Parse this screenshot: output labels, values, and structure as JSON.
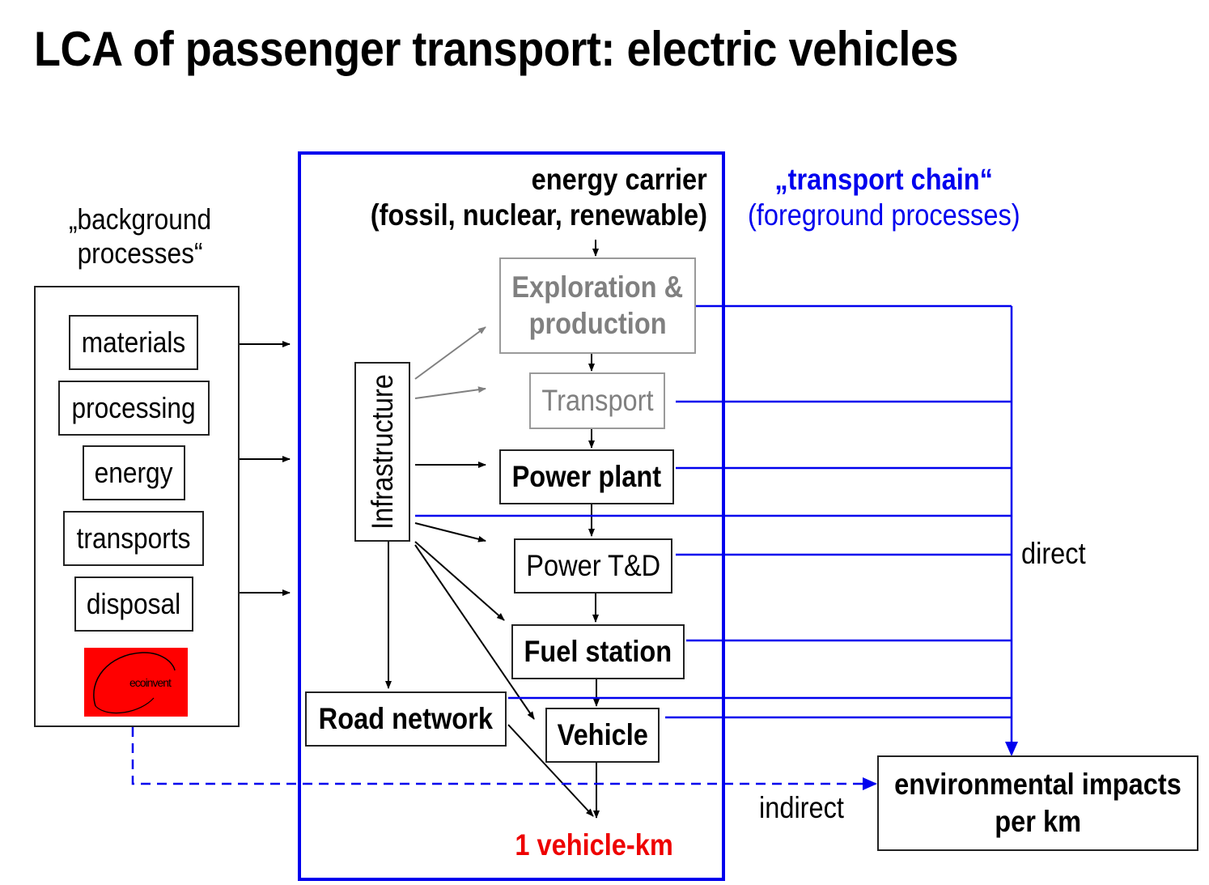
{
  "title": "LCA of passenger transport: electric vehicles",
  "background": {
    "heading_line1": "„background",
    "heading_line2": "processes“",
    "items": [
      "materials",
      "processing",
      "energy",
      "transports",
      "disposal"
    ],
    "logo_text": "ecoinvent"
  },
  "system": {
    "energy_carrier_line1": "energy carrier",
    "energy_carrier_line2": "(fossil, nuclear, renewable)",
    "exploration_line1": "Exploration &",
    "exploration_line2": "production",
    "transport": "Transport",
    "power_plant": "Power plant",
    "power_td": "Power T&D",
    "fuel_station": "Fuel station",
    "infrastructure": "Infrastructure",
    "road_network": "Road network",
    "vehicle": "Vehicle",
    "vehicle_km": "1 vehicle-km"
  },
  "foreground": {
    "line1": "„transport chain“",
    "line2": "(foreground processes)"
  },
  "labels": {
    "direct": "direct",
    "indirect": "indirect"
  },
  "impacts": {
    "line1": "environmental impacts",
    "line2": "per km"
  },
  "colors": {
    "blue": "#0000ee",
    "red": "#ee0000",
    "gray": "#808080"
  }
}
